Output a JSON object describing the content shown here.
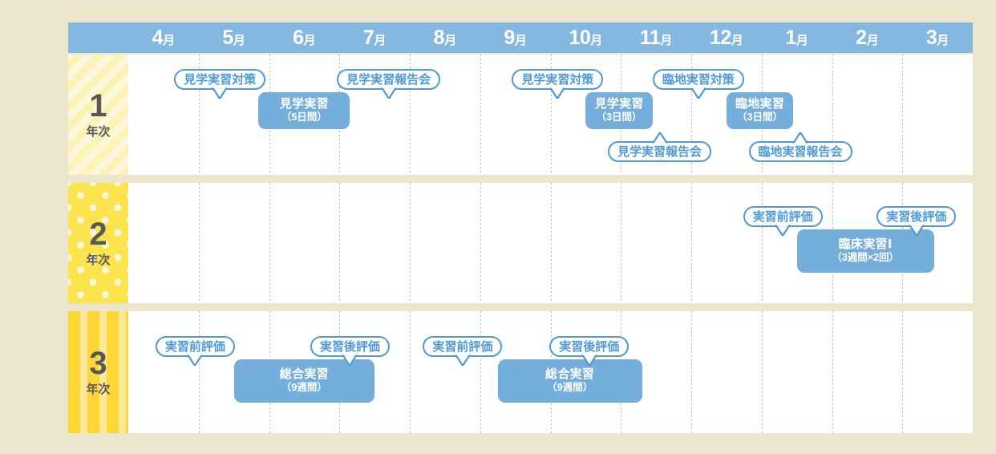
{
  "chart_data": {
    "type": "table",
    "title": "",
    "xlabel": "",
    "ylabel": "",
    "months": [
      "4月",
      "5月",
      "6月",
      "7月",
      "8月",
      "9月",
      "10月",
      "11月",
      "12月",
      "1月",
      "2月",
      "3月"
    ],
    "month_numbers": [
      "4",
      "5",
      "6",
      "7",
      "8",
      "9",
      "10",
      "11",
      "12",
      "1",
      "2",
      "3"
    ],
    "month_suffix": "月",
    "rows": [
      {
        "year_number": "1",
        "year_label": "年次",
        "pattern": "diagonal-stripes",
        "bars": [
          {
            "title": "見学実習",
            "sub": "（5日間）",
            "start_month": 5.85,
            "end_month": 7.15
          },
          {
            "title": "見学実習",
            "sub": "（3日間）",
            "start_month": 10.5,
            "end_month": 11.45
          },
          {
            "title": "臨地実習",
            "sub": "（3日間）",
            "start_month": 12.5,
            "end_month": 13.45
          }
        ],
        "bubbles": [
          {
            "label": "見学実習対策",
            "direction": "down",
            "center_month": 5.3
          },
          {
            "label": "見学実習報告会",
            "direction": "down",
            "center_month": 7.7
          },
          {
            "label": "見学実習対策",
            "direction": "down",
            "center_month": 10.1
          },
          {
            "label": "臨地実習対策",
            "direction": "down",
            "center_month": 12.1
          },
          {
            "label": "見学実習報告会",
            "direction": "up",
            "center_month": 11.55
          },
          {
            "label": "臨地実習報告会",
            "direction": "up",
            "center_month": 13.55
          }
        ]
      },
      {
        "year_number": "2",
        "year_label": "年次",
        "pattern": "polka-dots",
        "bars": [
          {
            "title": "臨床実習Ⅰ",
            "sub": "（3週間×2回）",
            "start_month": 13.5,
            "end_month": 15.45
          }
        ],
        "bubbles": [
          {
            "label": "実習前評価",
            "direction": "down",
            "center_month": 13.3
          },
          {
            "label": "実習後評価",
            "direction": "down",
            "center_month": 15.2
          }
        ]
      },
      {
        "year_number": "3",
        "year_label": "年次",
        "pattern": "vertical-stripes",
        "bars": [
          {
            "title": "総合実習",
            "sub": "（9週間）",
            "start_month": 5.5,
            "end_month": 7.5
          },
          {
            "title": "総合実習",
            "sub": "（9週間）",
            "start_month": 9.25,
            "end_month": 11.3
          }
        ],
        "bubbles": [
          {
            "label": "実習前評価",
            "direction": "down",
            "center_month": 4.95
          },
          {
            "label": "実習後評価",
            "direction": "down",
            "center_month": 7.15
          },
          {
            "label": "実習前評価",
            "direction": "down",
            "center_month": 8.75
          },
          {
            "label": "実習後評価",
            "direction": "down",
            "center_month": 10.55
          }
        ]
      }
    ],
    "colors": {
      "background": "#ece6cd",
      "header_bar": "#85b8e0",
      "task_bar": "#74aedb",
      "bubble_border": "#4f9ad6",
      "bubble_text": "#4f9ad6",
      "year_text": "#58585a",
      "plot_background": "#ffffff"
    }
  }
}
